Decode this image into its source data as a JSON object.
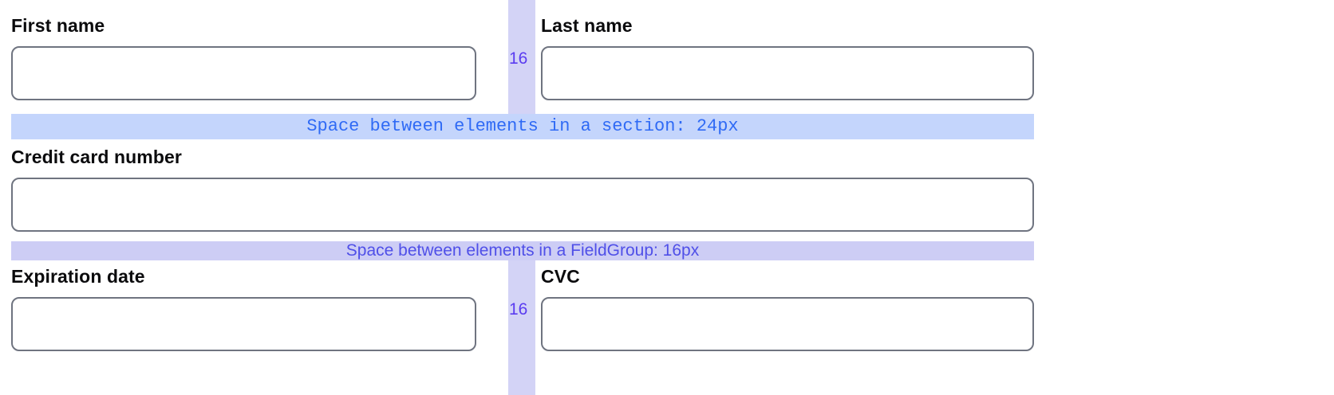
{
  "form": {
    "fields": [
      {
        "id": "first-name",
        "label": "First name",
        "value": "",
        "placeholder": ""
      },
      {
        "id": "last-name",
        "label": "Last name",
        "value": "",
        "placeholder": ""
      },
      {
        "id": "credit-card-number",
        "label": "Credit card number",
        "value": "",
        "placeholder": ""
      },
      {
        "id": "expiration-date",
        "label": "Expiration date",
        "value": "",
        "placeholder": ""
      },
      {
        "id": "cvc",
        "label": "CVC",
        "value": "",
        "placeholder": ""
      }
    ]
  },
  "annotations": {
    "section_gap": {
      "text": "Space between elements in a section: 24px",
      "value": "24px",
      "band_color": "#c4d5fc",
      "text_color": "#2f6af5"
    },
    "fieldgroup_gap": {
      "text": "Space between elements in a FieldGroup: 16px",
      "value": "16px",
      "band_color": "#cdcdf5",
      "text_color": "#4f4fe8"
    },
    "column_gap_top": {
      "text": "16",
      "value": "16px",
      "band_color": "#d3d3f6",
      "text_color": "#5a3cf0"
    },
    "column_gap_bottom": {
      "text": "16",
      "value": "16px",
      "band_color": "#d3d3f6",
      "text_color": "#5a3cf0"
    }
  },
  "theme": {
    "background": "#ffffff",
    "input_border": "#6f7480",
    "label_color": "#0b0b0d"
  }
}
